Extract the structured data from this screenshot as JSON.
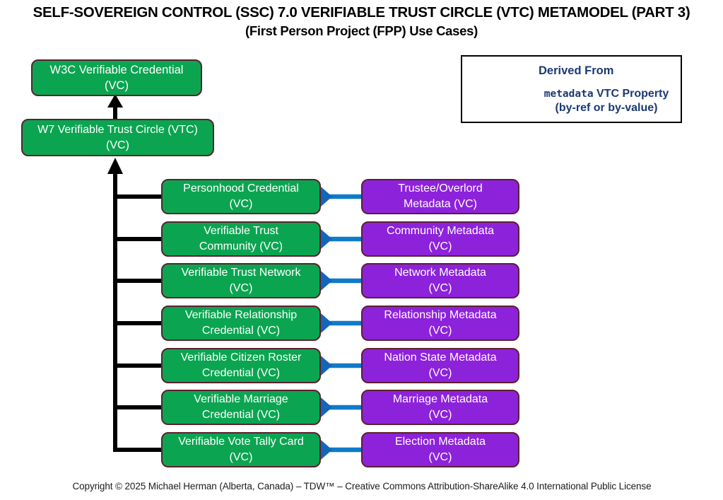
{
  "title": {
    "line1": "SELF-SOVEREIGN CONTROL (SSC) 7.0 VERIFIABLE TRUST CIRCLE (VTC) METAMODEL (PART 3)",
    "line2": "(First Person Project (FPP) Use Cases)"
  },
  "legend": {
    "derived_from": "Derived From",
    "metadata_mono": "metadata",
    "metadata_rest": " VTC Property",
    "metadata_sub": "(by-ref or by-value)"
  },
  "hierarchy": {
    "w3c": {
      "line1": "W3C Verifiable Credential",
      "line2": "(VC)"
    },
    "w7": {
      "line1": "W7 Verifiable Trust Circle (VTC)",
      "line2": "(VC)"
    }
  },
  "rows": [
    {
      "cred1": "Personhood Credential",
      "cred2": "(VC)",
      "meta1": "Trustee/Overlord",
      "meta2": "Metadata (VC)"
    },
    {
      "cred1": "Verifiable Trust",
      "cred2": "Community (VC)",
      "meta1": "Community Metadata",
      "meta2": "(VC)"
    },
    {
      "cred1": "Verifiable Trust Network",
      "cred2": "(VC)",
      "meta1": "Network Metadata",
      "meta2": "(VC)"
    },
    {
      "cred1": "Verifiable Relationship",
      "cred2": "Credential (VC)",
      "meta1": "Relationship Metadata",
      "meta2": "(VC)"
    },
    {
      "cred1": "Verifiable Citizen Roster",
      "cred2": "Credential (VC)",
      "meta1": "Nation State Metadata",
      "meta2": "(VC)"
    },
    {
      "cred1": "Verifiable Marriage",
      "cred2": "Credential (VC)",
      "meta1": "Marriage Metadata",
      "meta2": "(VC)"
    },
    {
      "cred1": "Verifiable Vote Tally Card",
      "cred2": "(VC)",
      "meta1": "Election Metadata",
      "meta2": "(VC)"
    }
  ],
  "footer": "Copyright © 2025 Michael Herman (Alberta, Canada) – TDW™ – Creative Commons Attribution-ShareAlike 4.0 International Public License",
  "colors": {
    "green": "#0ba551",
    "purple": "#8d22db",
    "box-border": "#5c2030",
    "blue-line": "#0f7bc8",
    "blue-diamond": "#1366b8",
    "navy": "#1c3972",
    "ink": "#000000",
    "footer-ink": "#1b1b1b"
  }
}
